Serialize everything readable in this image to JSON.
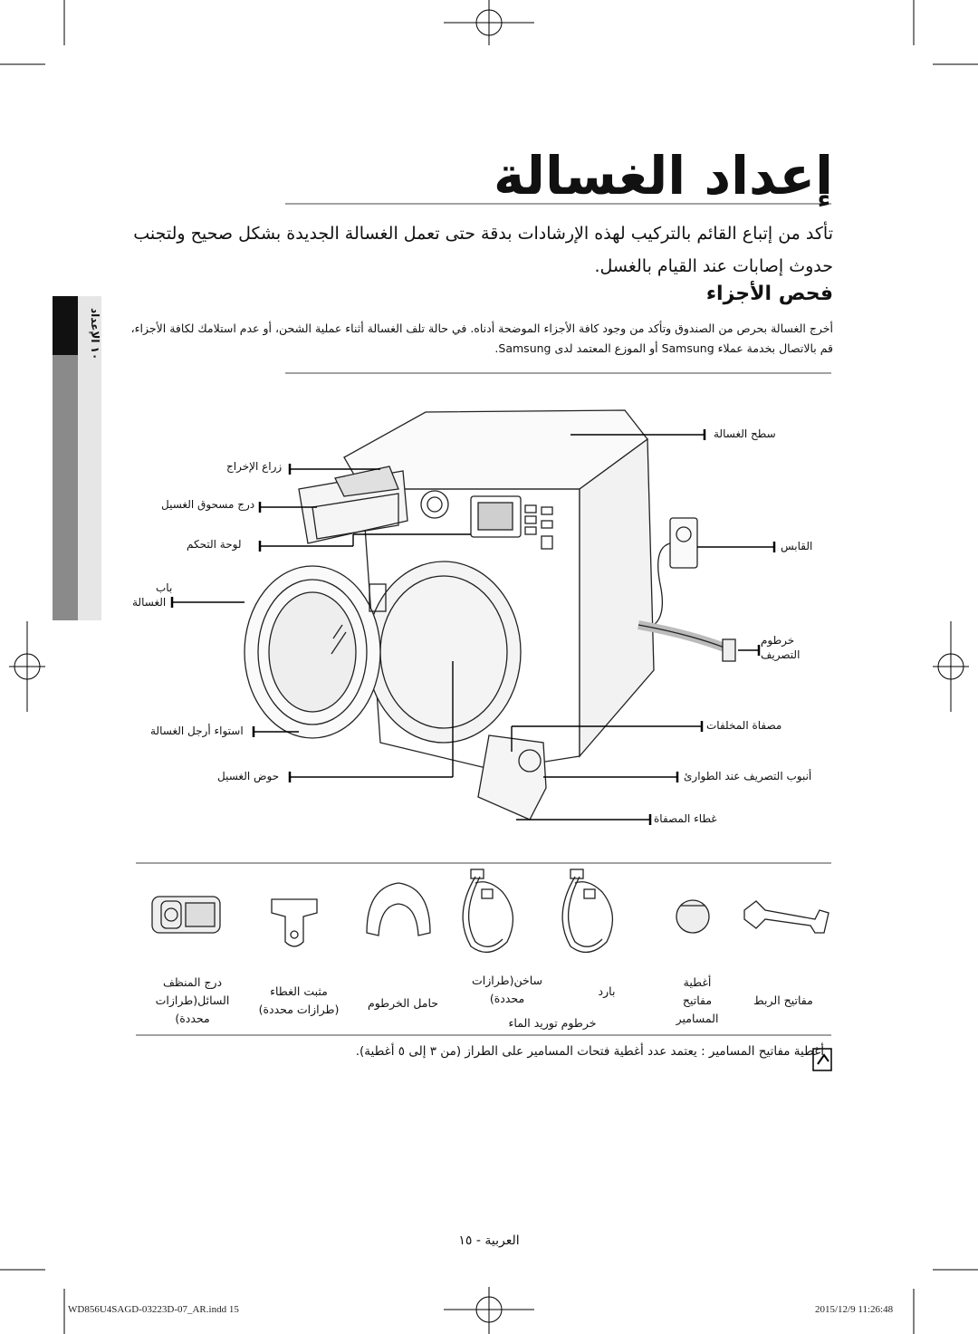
{
  "page": {
    "title": "إعداد الغسالة",
    "intro": "تأكد من إتباع القائم بالتركيب لهذه الإرشادات بدقة حتى تعمل الغسالة الجديدة بشكل صحيح ولتجنب حدوث إصابات عند القيام بالغسل.",
    "section_heading": "فحص الأجزاء",
    "section_text": "أخرج الغسالة بحرص من الصندوق وتأكد من وجود كافة الأجزاء الموضحة أدناه. في حالة تلف الغسالة أثناء عملية الشحن، أو عدم استلامك لكافة الأجزاء، قم بالاتصال بخدمة عملاء Samsung أو الموزع المعتمد لدى Samsung.",
    "side_tab": "١٠ الإعداد",
    "note": "أغطية مفاتيح المسامير : يعتمد عدد أغطية فتحات المسامير على الطراز (من ٣ إلى ٥ أغطية).",
    "page_number": "العربية - ١٥",
    "footer_left": "WD856U4SAGD-03223D-07_AR.indd   15",
    "footer_right": "2015/12/9   11:26:48"
  },
  "diagram_labels": {
    "detergent_drawer_handle": "زراع الإخراج",
    "detergent_drawer": "درج مسحوق الغسيل",
    "control_panel": "لوحة التحكم",
    "door_line1": "باب",
    "door_line2": "الغسالة",
    "adjustable_feet": "استواء أرجل الغسالة",
    "drum": "حوض الغسيل",
    "worktop": "سطح الغسالة",
    "plug": "القابس",
    "drain_hose_line1": "خرطوم",
    "drain_hose_line2": "التصريف",
    "filter": "مصفاة المخلفات",
    "emergency_drain": "أنبوب التصريف عند الطوارئ",
    "filter_cover": "غطاء المصفاة"
  },
  "accessories": [
    {
      "lines": [
        "مفاتيح الربط"
      ],
      "icon": "spanner-icon"
    },
    {
      "lines": [
        "أغطية",
        "مفاتيح",
        "المسامير"
      ],
      "icon": "bolt-cap-icon"
    },
    {
      "lines": [
        "بارد"
      ],
      "icon": "cold-hose-icon"
    },
    {
      "lines": [
        "ساخن(طرازات",
        "محددة)"
      ],
      "icon": "hot-hose-icon"
    },
    {
      "lines": [
        "خرطوم توريد الماء"
      ],
      "icon": "water-hose-label"
    },
    {
      "lines": [
        "حامل الخرطوم"
      ],
      "icon": "hose-guide-icon"
    },
    {
      "lines": [
        "مثبت الغطاء",
        "(طرازات محددة)"
      ],
      "icon": "lid-holder-icon"
    },
    {
      "lines": [
        "درج المنظف",
        "السائل(طرازات",
        "محددة)"
      ],
      "icon": "liquid-detergent-icon"
    }
  ],
  "colors": {
    "tab_dark": "#111111",
    "tab_grey": "#8a8a8a",
    "tab_light": "#e6e6e6"
  }
}
